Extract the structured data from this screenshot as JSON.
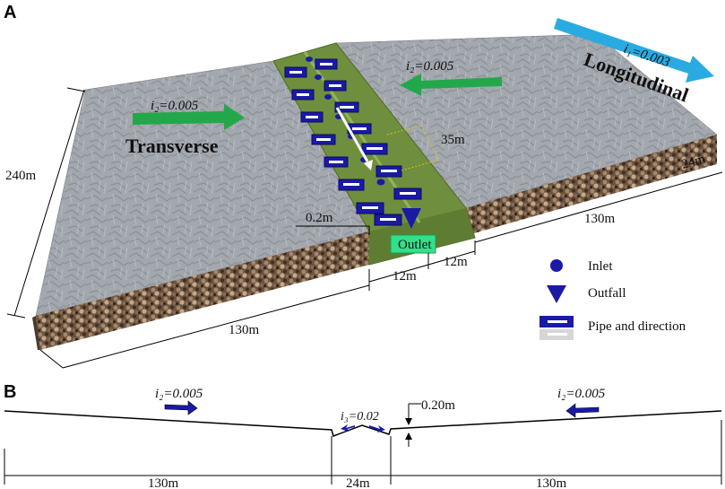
{
  "panel_a": {
    "label": "A",
    "dim_240m": "240m",
    "dim_130m_left": "130m",
    "dim_130m_right": "130m",
    "dim_24m_partial": "24m",
    "dim_12m_a": "12m",
    "dim_12m_b": "12m",
    "dim_35m": "35m",
    "dim_02m": "0.2m",
    "transverse": "Transverse",
    "longitudinal": "Longitudinal",
    "slope_left": "i₂=0.005",
    "slope_right": "i₂=0.005",
    "slope_long": "i₁=0.003",
    "outlet": "Outlet",
    "colors": {
      "green_arrow": "#22a84a",
      "blue_arrow": "#29abe2",
      "channel": "#6c8f3c",
      "pipe": "#1a1aa6",
      "outlet": "#33e08a"
    }
  },
  "legend": {
    "inlet": "Inlet",
    "outfall": "Outfall",
    "pipe": "Pipe and direction"
  },
  "panel_b": {
    "label": "B",
    "slope_left": "i₂=0.005",
    "slope_mid": "i₃=0.02",
    "slope_right": "i₂=0.005",
    "depth": "0.20m",
    "dim_left": "130m",
    "dim_mid": "24m",
    "dim_right": "130m"
  }
}
